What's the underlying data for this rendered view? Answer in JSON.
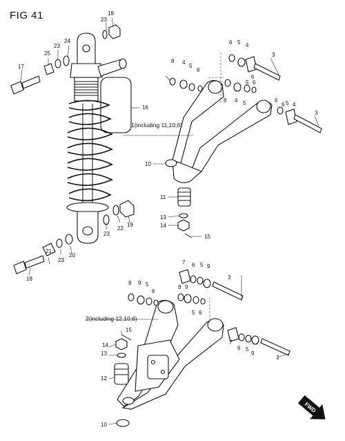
{
  "figure": {
    "title": "FIG 41"
  },
  "callouts": {
    "c1": "19",
    "c2": "23",
    "c3": "24",
    "c4": "23",
    "c5": "25",
    "c6": "17",
    "c7": "16",
    "c8": "6",
    "c9": "5",
    "c10": "4",
    "c11": "3",
    "c12": "8",
    "c13": "4",
    "c14": "5",
    "c15": "6",
    "c16": "6",
    "c17": "5",
    "c18": "6",
    "c19": "8",
    "c20": "4",
    "c21": "5",
    "c22": "6",
    "c23": "6",
    "c24": "5",
    "c25": "4",
    "c26": "3",
    "c27": "10",
    "c28": "11",
    "c29": "13",
    "c30": "14",
    "c31": "15",
    "c32": "23",
    "c33": "22",
    "c34": "19",
    "c35": "23",
    "c36": "20",
    "c37": "21",
    "c38": "18",
    "c39": "7",
    "c40": "6",
    "c41": "5",
    "c42": "9",
    "c43": "3",
    "c44": "8",
    "c45": "9",
    "c46": "5",
    "c47": "6",
    "c48": "8",
    "c49": "9",
    "c50": "5",
    "c51": "6",
    "c52": "15",
    "c53": "14",
    "c54": "13",
    "c55": "12",
    "c56": "7",
    "c57": "6",
    "c58": "5",
    "c59": "9",
    "c60": "3",
    "c61": "10"
  },
  "notes": {
    "upper_arm": "1(including 11,10,6)",
    "lower_arm": "2(including 12,10,6)"
  },
  "direction": {
    "label": "FWD"
  }
}
